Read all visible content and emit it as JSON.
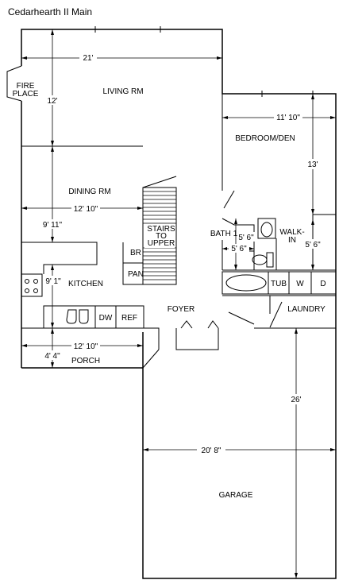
{
  "title": "Cedarhearth II Main",
  "rooms": {
    "living": "LIVING RM",
    "bedroom": "BEDROOM/DEN",
    "dining": "DINING RM",
    "stairs": [
      "STAIRS",
      "TO",
      "UPPER"
    ],
    "bath": "BATH 1",
    "walkin": [
      "WALK-",
      "IN"
    ],
    "kitchen": "KITCHEN",
    "foyer": "FOYER",
    "laundry": "LAUNDRY",
    "porch": "PORCH",
    "garage": "GARAGE",
    "fireplace": [
      "FIRE",
      "PLACE"
    ]
  },
  "fixtures": {
    "br": "BR",
    "pan": "PAN",
    "dw": "DW",
    "ref": "REF",
    "tub": "TUB",
    "washer": "W",
    "dryer": "D"
  },
  "dimensions": {
    "living_width": "21'",
    "living_depth": "12'",
    "bedroom_width": "11' 10\"",
    "bedroom_depth": "13'",
    "dining_width": "12' 10\"",
    "dining_depth": "9' 11\"",
    "bath_width": "5' 6\"",
    "bath_depth": "5' 6\"",
    "walkin_depth": "5' 6\"",
    "kitchen_depth": "9' 1\"",
    "porch_width": "12' 10\"",
    "porch_depth": "4' 4\"",
    "garage_width": "20' 8\"",
    "garage_depth": "26'"
  }
}
